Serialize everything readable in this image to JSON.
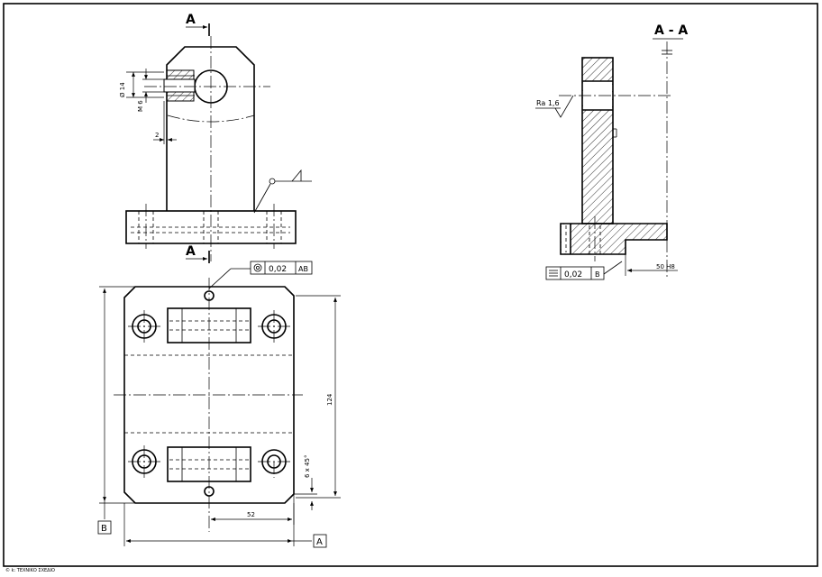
{
  "section": {
    "cut_label_top": "A",
    "cut_label_bottom": "A",
    "view_title": "A - A"
  },
  "dimensions": {
    "bore_dia": "Ø 14",
    "thread": "M 6",
    "offset": "2",
    "height": "124",
    "center_dist": "52",
    "chamfer": "6 x 45°",
    "fit": "50 H8"
  },
  "surface": {
    "roughness": "Ra 1,6"
  },
  "tolerance_frames": [
    {
      "symbol": "concentricity-symbol",
      "value": "0,02",
      "datum": "AB"
    },
    {
      "symbol": "symmetry-symbol",
      "value": "0,02",
      "datum": "B"
    }
  ],
  "datums": {
    "b": "B",
    "a": "A"
  },
  "footer": {
    "note": "© k: ΤΕΧΝΙΚΟ ΣΧΕΔΙΟ"
  }
}
